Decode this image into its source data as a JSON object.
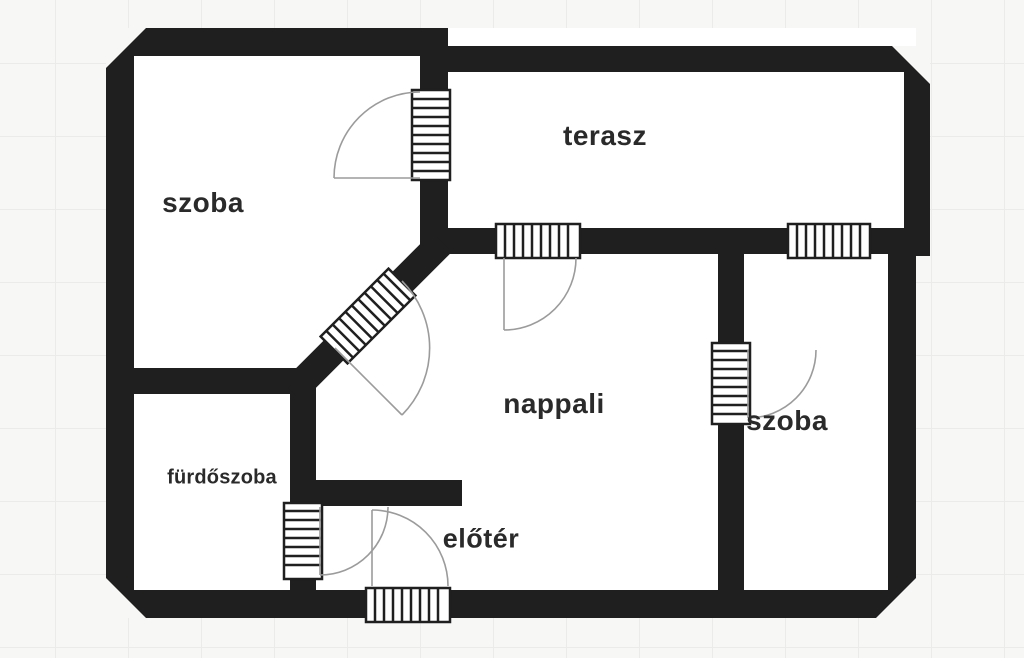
{
  "rooms": {
    "szoba_top_left": {
      "label": "szoba"
    },
    "terasz": {
      "label": "terasz"
    },
    "nappali": {
      "label": "nappali"
    },
    "szoba_right": {
      "label": "szoba"
    },
    "furdoszoba": {
      "label": "fürdőszoba"
    },
    "eloter": {
      "label": "előtér"
    }
  },
  "colors": {
    "wall": "#1f1f1f",
    "floor": "#ffffff",
    "background": "#f7f7f6",
    "grid_line": "#ebebea",
    "label_text": "#2a2a2a",
    "door_arc": "#9b9b9b"
  }
}
